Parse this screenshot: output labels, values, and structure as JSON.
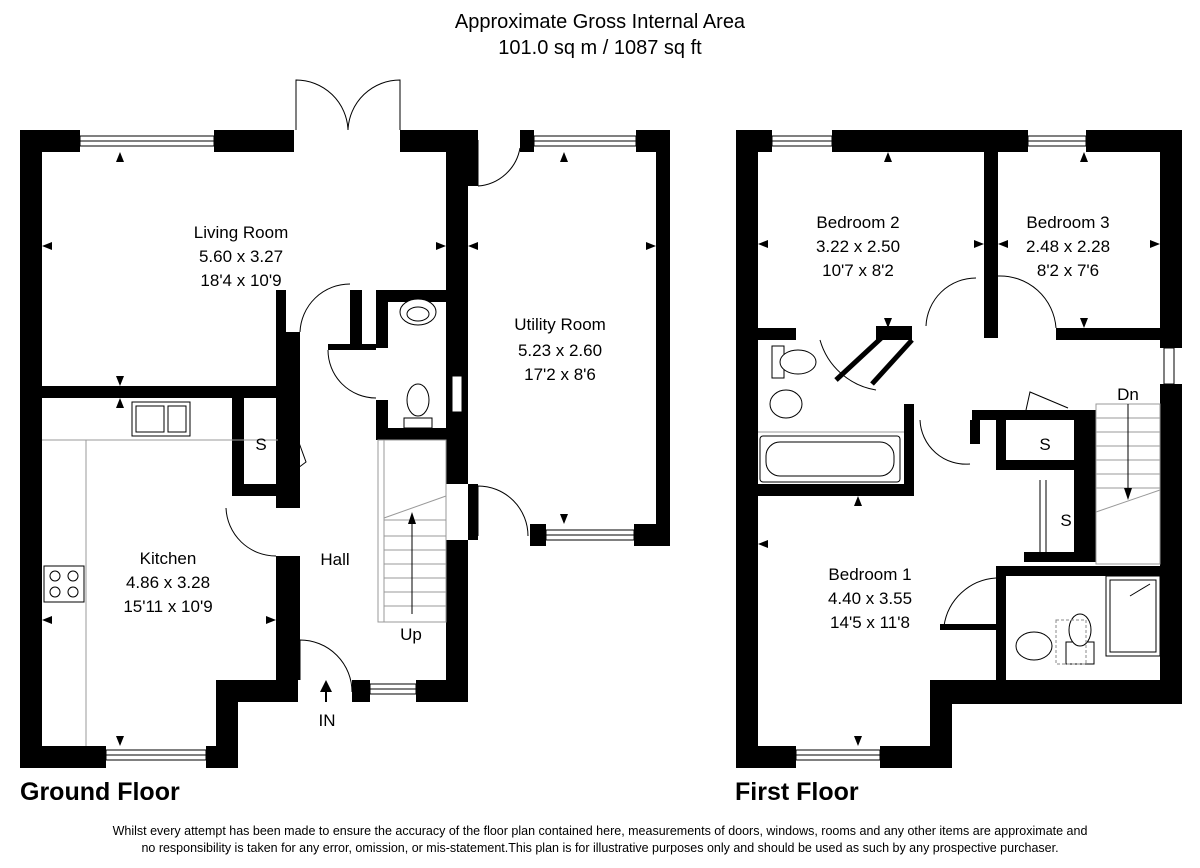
{
  "header": {
    "title": "Approximate Gross Internal Area",
    "area": "101.0 sq m / 1087 sq ft"
  },
  "ground_floor": {
    "title": "Ground Floor",
    "rooms": {
      "living": {
        "name": "Living Room",
        "metric": "5.60 x 3.27",
        "imperial": "18'4 x 10'9"
      },
      "utility": {
        "name": "Utility Room",
        "metric": "5.23 x 2.60",
        "imperial": "17'2 x 8'6"
      },
      "kitchen": {
        "name": "Kitchen",
        "metric": "4.86 x 3.28",
        "imperial": "15'11 x 10'9"
      },
      "hall": {
        "name": "Hall"
      }
    },
    "store_label": "S",
    "stairs_label": "Up",
    "entrance_label": "IN"
  },
  "first_floor": {
    "title": "First Floor",
    "rooms": {
      "bed2": {
        "name": "Bedroom 2",
        "metric": "3.22 x 2.50",
        "imperial": "10'7 x 8'2"
      },
      "bed3": {
        "name": "Bedroom 3",
        "metric": "2.48 x 2.28",
        "imperial": "8'2 x 7'6"
      },
      "bed1": {
        "name": "Bedroom 1",
        "metric": "4.40 x 3.55",
        "imperial": "14'5 x 11'8"
      }
    },
    "store1_label": "S",
    "store2_label": "S",
    "stairs_label": "Dn"
  },
  "disclaimer": {
    "line1": "Whilst every attempt has been made to ensure the accuracy of the floor plan contained here, measurements of doors, windows, rooms and any other items are approximate and",
    "line2": "no responsibility is taken for any error, omission, or mis-statement.This plan is for illustrative purposes only and should be used as such by any prospective purchaser."
  }
}
